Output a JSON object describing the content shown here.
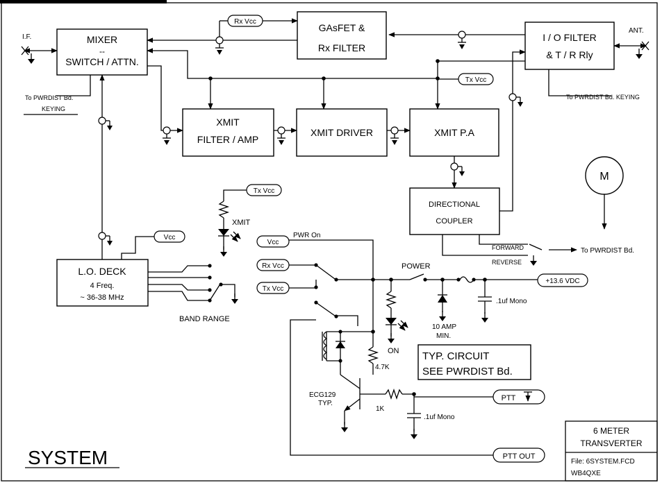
{
  "header": {
    "banner": "6 METER TRANSVERTER SYSTEM"
  },
  "blocks": {
    "mixer_1": "MIXER",
    "mixer_2": "--",
    "mixer_3": "SWITCH / ATTN.",
    "gasfet_1": "GAsFET &",
    "gasfet_2": "Rx FILTER",
    "io_1": "I / O FILTER",
    "io_2": "& T / R Rly",
    "xfilter_1": "XMIT",
    "xfilter_2": "FILTER / AMP",
    "xdriver": "XMIT DRIVER",
    "xpa": "XMIT P.A",
    "dc_1": "DIRECTIONAL",
    "dc_2": "COUPLER",
    "lo_1": "L.O. DECK",
    "lo_2": "4 Freq.",
    "lo_3": "~ 36-38 MHz",
    "meter": "M"
  },
  "labels": {
    "if": "I.F.",
    "ant": "ANT.",
    "pwrdist_keying_left_1": "To PWRDIST Bd.",
    "pwrdist_keying_left_2": "KEYING",
    "pwrdist_keying_right": "To PWRDIST Bd.  KEYING",
    "rx_vcc_top": "Rx Vcc",
    "tx_vcc_top": "Tx Vcc",
    "tx_vcc_led": "Tx Vcc",
    "xmit_led": "XMIT",
    "vcc_lo": "Vcc",
    "band_range": "BAND RANGE",
    "forward": "FORWARD",
    "reverse": "REVERSE",
    "to_pwrdist": "To PWRDIST Bd.",
    "vcc_pwr": "Vcc",
    "pwr_on": "PWR On",
    "rx_vcc_sw": "Rx Vcc",
    "tx_vcc_sw": "Tx Vcc",
    "power": "POWER",
    "supply": "+13.6 VDC",
    "cap_supply": ".1uf Mono",
    "fuse_1": "10 AMP",
    "fuse_2": "MIN.",
    "on_led": "ON",
    "r_47k": "4.7K",
    "r_1k": "1K",
    "transistor_1": "ECG129",
    "transistor_2": "TYP.",
    "cap_ptt": ".1uf Mono",
    "typ_1": "TYP. CIRCUIT",
    "typ_2": "SEE PWRDIST Bd.",
    "ptt": "PTT",
    "ptt_out": "PTT OUT",
    "system_title": "SYSTEM"
  },
  "title_block": {
    "line1": "6 METER",
    "line2": "TRANSVERTER",
    "file": "File: 6SYSTEM.FCD",
    "author": "WB4QXE"
  }
}
